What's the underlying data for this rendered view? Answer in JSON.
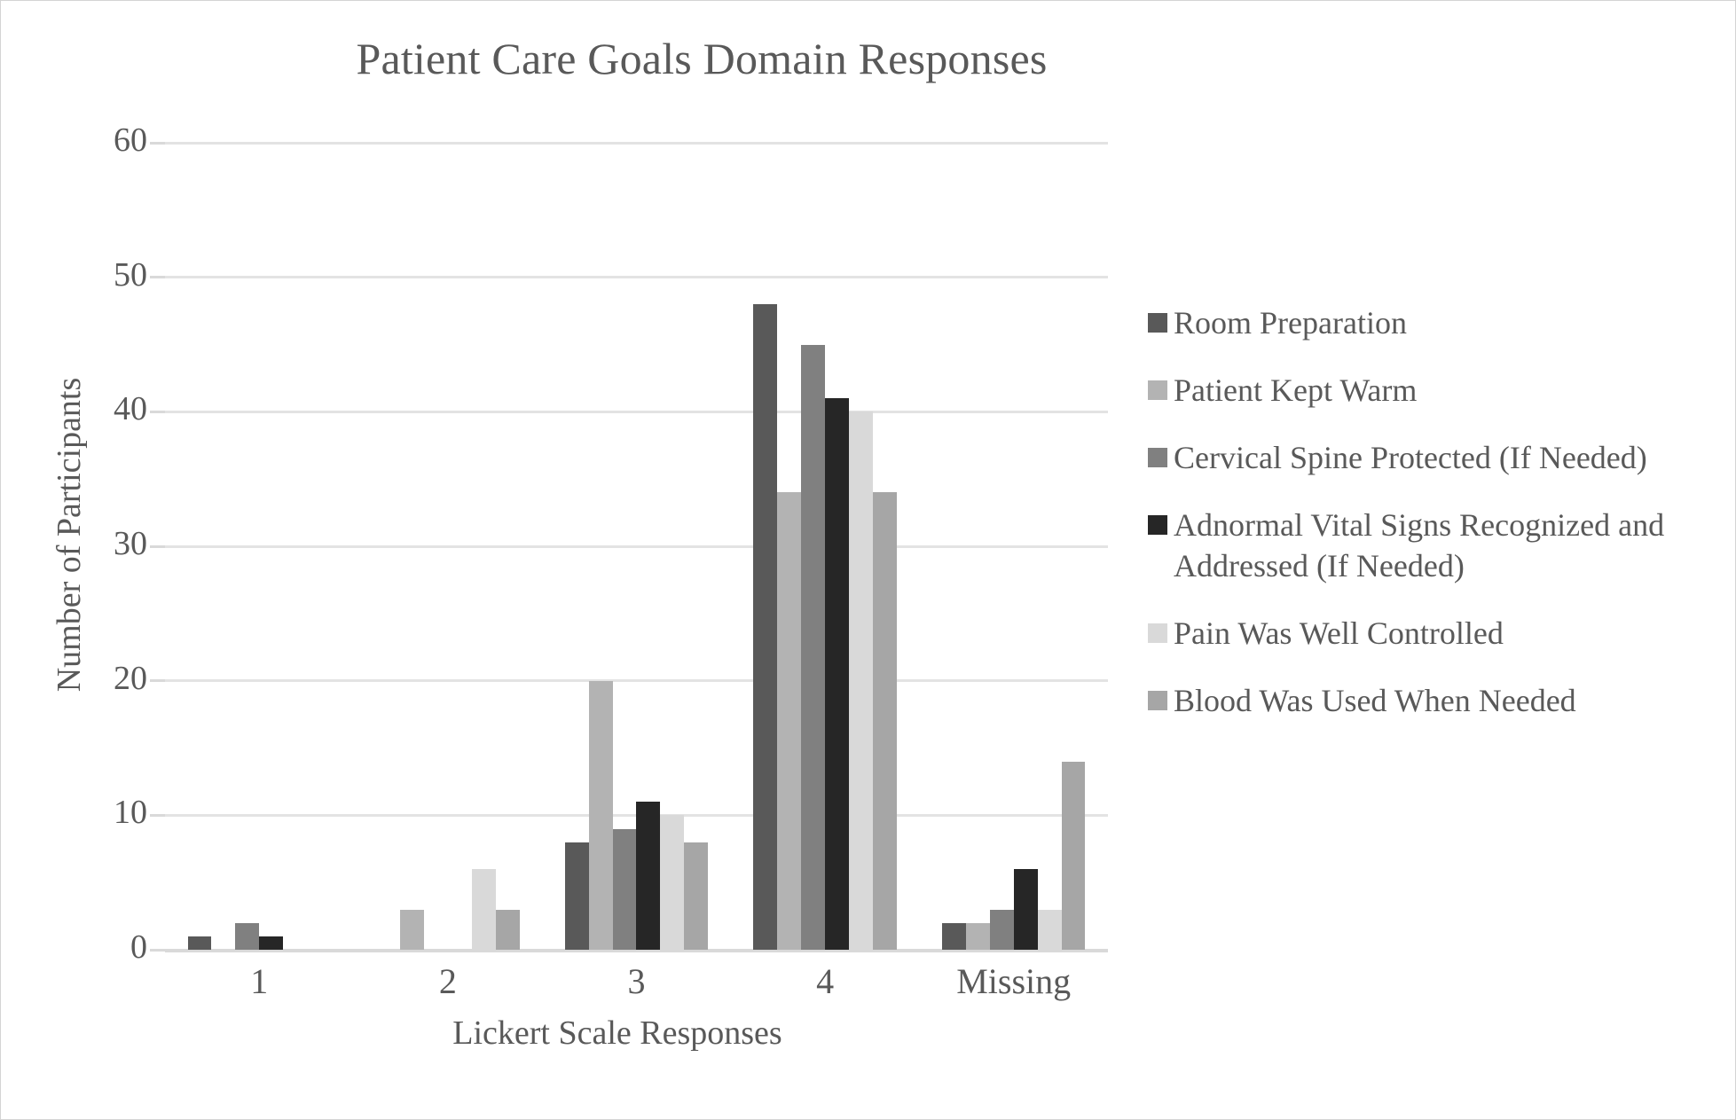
{
  "chart_data": {
    "type": "bar",
    "title": "Patient Care Goals Domain Responses",
    "xlabel": "Lickert Scale Responses",
    "ylabel": "Number of Participants",
    "categories": [
      "1",
      "2",
      "3",
      "4",
      "Missing"
    ],
    "ylim": [
      0,
      60
    ],
    "ytick_labels": [
      "0",
      "10",
      "20",
      "30",
      "40",
      "50",
      "60"
    ],
    "ytick_values": [
      0,
      10,
      20,
      30,
      40,
      50,
      60
    ],
    "grid": true,
    "legend_position": "right",
    "series": [
      {
        "name": "Room Preparation",
        "color": "#595959",
        "values": [
          1,
          0,
          8,
          48,
          2
        ]
      },
      {
        "name": "Patient Kept Warm",
        "color": "#b3b3b3",
        "values": [
          0,
          3,
          20,
          34,
          2
        ]
      },
      {
        "name": "Cervical Spine Protected (If Needed)",
        "color": "#808080",
        "values": [
          2,
          0,
          9,
          45,
          3
        ]
      },
      {
        "name": "Adnormal Vital Signs Recognized and Addressed (If Needed)",
        "color": "#262626",
        "values": [
          1,
          0,
          11,
          41,
          6
        ]
      },
      {
        "name": "Pain Was Well Controlled",
        "color": "#d9d9d9",
        "values": [
          0,
          6,
          10,
          40,
          3
        ]
      },
      {
        "name": "Blood Was Used When Needed",
        "color": "#a6a6a6",
        "values": [
          0,
          3,
          8,
          34,
          14
        ]
      }
    ]
  },
  "figure": {
    "border_color": "#d4d4d4",
    "text_color": "#595959",
    "gridline_color": "#e3e3e3",
    "background": "#ffffff"
  }
}
